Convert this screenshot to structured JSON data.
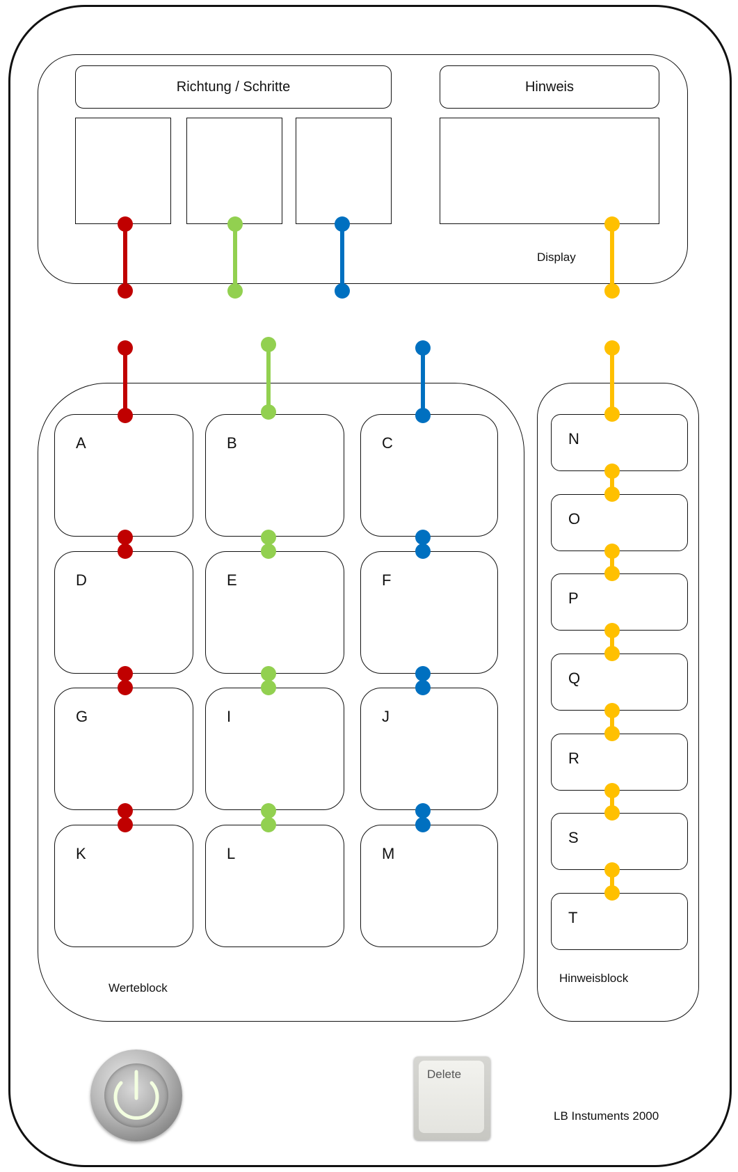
{
  "colors": {
    "red": "#c00000",
    "green": "#92d050",
    "blue": "#0070c0",
    "yellow": "#ffc000"
  },
  "display": {
    "label": "Display",
    "header_left": "Richtung / Schritte",
    "header_right": "Hinweis"
  },
  "werteblock": {
    "label": "Werteblock",
    "keys": [
      "A",
      "B",
      "C",
      "D",
      "E",
      "F",
      "G",
      "I",
      "J",
      "K",
      "L",
      "M"
    ]
  },
  "hinweisblock": {
    "label": "Hinweisblock",
    "keys": [
      "N",
      "O",
      "P",
      "Q",
      "R",
      "S",
      "T"
    ]
  },
  "power_button": {
    "icon": "power-icon"
  },
  "delete_key": {
    "label": "Delete"
  },
  "footer": {
    "brand": "LB Instuments 2000"
  }
}
